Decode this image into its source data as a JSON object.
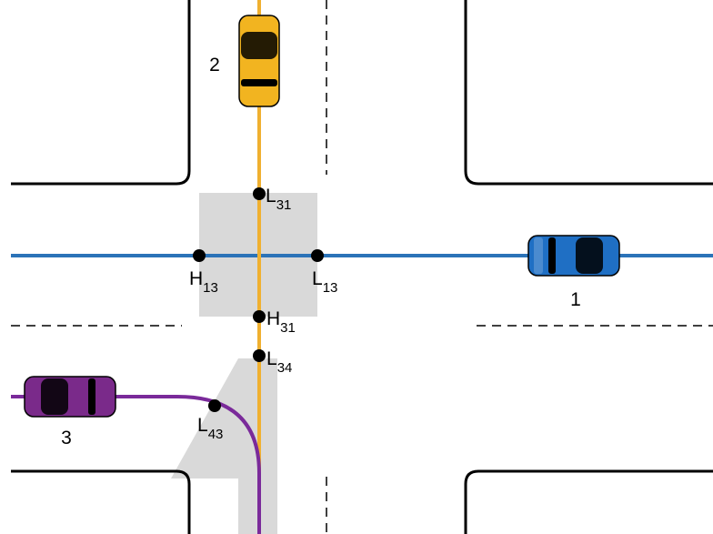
{
  "vehicles": [
    {
      "id": "1",
      "label": "1",
      "body_color": "#1f6fc4"
    },
    {
      "id": "2",
      "label": "2",
      "body_color": "#f2b420"
    },
    {
      "id": "3",
      "label": "3",
      "body_color": "#7a2a8a"
    }
  ],
  "paths": {
    "vehicle_1_color": "#2b73b8",
    "vehicle_2_color": "#f0b030",
    "vehicle_3_color": "#7a2a9a"
  },
  "conflict_zones_color": "#d9d9d9",
  "conflict_points": [
    {
      "letter": "L",
      "sub": "31"
    },
    {
      "letter": "H",
      "sub": "13"
    },
    {
      "letter": "L",
      "sub": "13"
    },
    {
      "letter": "H",
      "sub": "31"
    },
    {
      "letter": "L",
      "sub": "34"
    },
    {
      "letter": "L",
      "sub": "43"
    }
  ]
}
